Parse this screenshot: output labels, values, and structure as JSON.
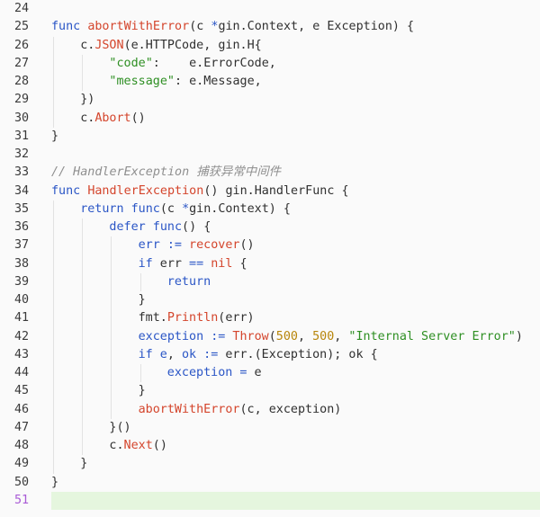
{
  "colors": {
    "background": "#fafafa",
    "active_line": "#e5f6de",
    "active_line_number": "#a95bd6",
    "keyword": "#2b56c6",
    "function": "#d4452c",
    "string": "#2e8f23",
    "number": "#b8860b",
    "comment": "#8f8f8f",
    "text": "#303030"
  },
  "editor": {
    "active_line": "51",
    "lines": [
      {
        "number": "24",
        "indent": 0,
        "tokens": []
      },
      {
        "number": "25",
        "indent": 0,
        "tokens": [
          {
            "t": "kw",
            "v": "func "
          },
          {
            "t": "fn",
            "v": "abortWithError"
          },
          {
            "t": "txt",
            "v": "(c "
          },
          {
            "t": "op",
            "v": "*"
          },
          {
            "t": "txt",
            "v": "gin.Context, e Exception) {"
          }
        ]
      },
      {
        "number": "26",
        "indent": 1,
        "tokens": [
          {
            "t": "txt",
            "v": "c."
          },
          {
            "t": "fn",
            "v": "JSON"
          },
          {
            "t": "txt",
            "v": "(e.HTTPCode, gin.H{"
          }
        ]
      },
      {
        "number": "27",
        "indent": 2,
        "tokens": [
          {
            "t": "str",
            "v": "\"code\""
          },
          {
            "t": "txt",
            "v": ":    e.ErrorCode,"
          }
        ]
      },
      {
        "number": "28",
        "indent": 2,
        "tokens": [
          {
            "t": "str",
            "v": "\"message\""
          },
          {
            "t": "txt",
            "v": ": e.Message,"
          }
        ]
      },
      {
        "number": "29",
        "indent": 1,
        "tokens": [
          {
            "t": "txt",
            "v": "})"
          }
        ]
      },
      {
        "number": "30",
        "indent": 1,
        "tokens": [
          {
            "t": "txt",
            "v": "c."
          },
          {
            "t": "fn",
            "v": "Abort"
          },
          {
            "t": "txt",
            "v": "()"
          }
        ]
      },
      {
        "number": "31",
        "indent": 0,
        "tokens": [
          {
            "t": "txt",
            "v": "}"
          }
        ]
      },
      {
        "number": "32",
        "indent": 0,
        "tokens": []
      },
      {
        "number": "33",
        "indent": 0,
        "tokens": [
          {
            "t": "cmt",
            "v": "// HandlerException 捕获异常中间件"
          }
        ]
      },
      {
        "number": "34",
        "indent": 0,
        "tokens": [
          {
            "t": "kw",
            "v": "func "
          },
          {
            "t": "fn",
            "v": "HandlerException"
          },
          {
            "t": "txt",
            "v": "() gin.HandlerFunc {"
          }
        ]
      },
      {
        "number": "35",
        "indent": 1,
        "tokens": [
          {
            "t": "kw",
            "v": "return func"
          },
          {
            "t": "txt",
            "v": "(c "
          },
          {
            "t": "op",
            "v": "*"
          },
          {
            "t": "txt",
            "v": "gin.Context) {"
          }
        ]
      },
      {
        "number": "36",
        "indent": 2,
        "tokens": [
          {
            "t": "kw",
            "v": "defer func"
          },
          {
            "t": "txt",
            "v": "() {"
          }
        ]
      },
      {
        "number": "37",
        "indent": 3,
        "tokens": [
          {
            "t": "kw",
            "v": "err "
          },
          {
            "t": "op",
            "v": ":="
          },
          {
            "t": "txt",
            "v": " "
          },
          {
            "t": "fn",
            "v": "recover"
          },
          {
            "t": "txt",
            "v": "()"
          }
        ]
      },
      {
        "number": "38",
        "indent": 3,
        "tokens": [
          {
            "t": "kw",
            "v": "if "
          },
          {
            "t": "txt",
            "v": "err "
          },
          {
            "t": "op",
            "v": "=="
          },
          {
            "t": "txt",
            "v": " "
          },
          {
            "t": "fn",
            "v": "nil"
          },
          {
            "t": "txt",
            "v": " {"
          }
        ]
      },
      {
        "number": "39",
        "indent": 4,
        "tokens": [
          {
            "t": "kw",
            "v": "return"
          }
        ]
      },
      {
        "number": "40",
        "indent": 3,
        "tokens": [
          {
            "t": "txt",
            "v": "}"
          }
        ]
      },
      {
        "number": "41",
        "indent": 3,
        "tokens": [
          {
            "t": "txt",
            "v": "fmt."
          },
          {
            "t": "fn",
            "v": "Println"
          },
          {
            "t": "txt",
            "v": "(err)"
          }
        ]
      },
      {
        "number": "42",
        "indent": 3,
        "tokens": [
          {
            "t": "kw",
            "v": "exception "
          },
          {
            "t": "op",
            "v": ":="
          },
          {
            "t": "txt",
            "v": " "
          },
          {
            "t": "fn",
            "v": "Throw"
          },
          {
            "t": "txt",
            "v": "("
          },
          {
            "t": "num",
            "v": "500"
          },
          {
            "t": "txt",
            "v": ", "
          },
          {
            "t": "num",
            "v": "500"
          },
          {
            "t": "txt",
            "v": ", "
          },
          {
            "t": "str",
            "v": "\"Internal Server Error\""
          },
          {
            "t": "txt",
            "v": ")"
          }
        ]
      },
      {
        "number": "43",
        "indent": 3,
        "tokens": [
          {
            "t": "kw",
            "v": "if "
          },
          {
            "t": "kw",
            "v": "e"
          },
          {
            "t": "txt",
            "v": ", "
          },
          {
            "t": "kw",
            "v": "ok "
          },
          {
            "t": "op",
            "v": ":="
          },
          {
            "t": "txt",
            "v": " err.(Exception); ok {"
          }
        ]
      },
      {
        "number": "44",
        "indent": 4,
        "tokens": [
          {
            "t": "kw",
            "v": "exception "
          },
          {
            "t": "op",
            "v": "="
          },
          {
            "t": "txt",
            "v": " e"
          }
        ]
      },
      {
        "number": "45",
        "indent": 3,
        "tokens": [
          {
            "t": "txt",
            "v": "}"
          }
        ]
      },
      {
        "number": "46",
        "indent": 3,
        "tokens": [
          {
            "t": "fn",
            "v": "abortWithError"
          },
          {
            "t": "txt",
            "v": "(c, exception)"
          }
        ]
      },
      {
        "number": "47",
        "indent": 2,
        "tokens": [
          {
            "t": "txt",
            "v": "}()"
          }
        ]
      },
      {
        "number": "48",
        "indent": 2,
        "tokens": [
          {
            "t": "txt",
            "v": "c."
          },
          {
            "t": "fn",
            "v": "Next"
          },
          {
            "t": "txt",
            "v": "()"
          }
        ]
      },
      {
        "number": "49",
        "indent": 1,
        "tokens": [
          {
            "t": "txt",
            "v": "}"
          }
        ]
      },
      {
        "number": "50",
        "indent": 0,
        "tokens": [
          {
            "t": "txt",
            "v": "}"
          }
        ]
      },
      {
        "number": "51",
        "indent": 0,
        "tokens": []
      }
    ]
  }
}
